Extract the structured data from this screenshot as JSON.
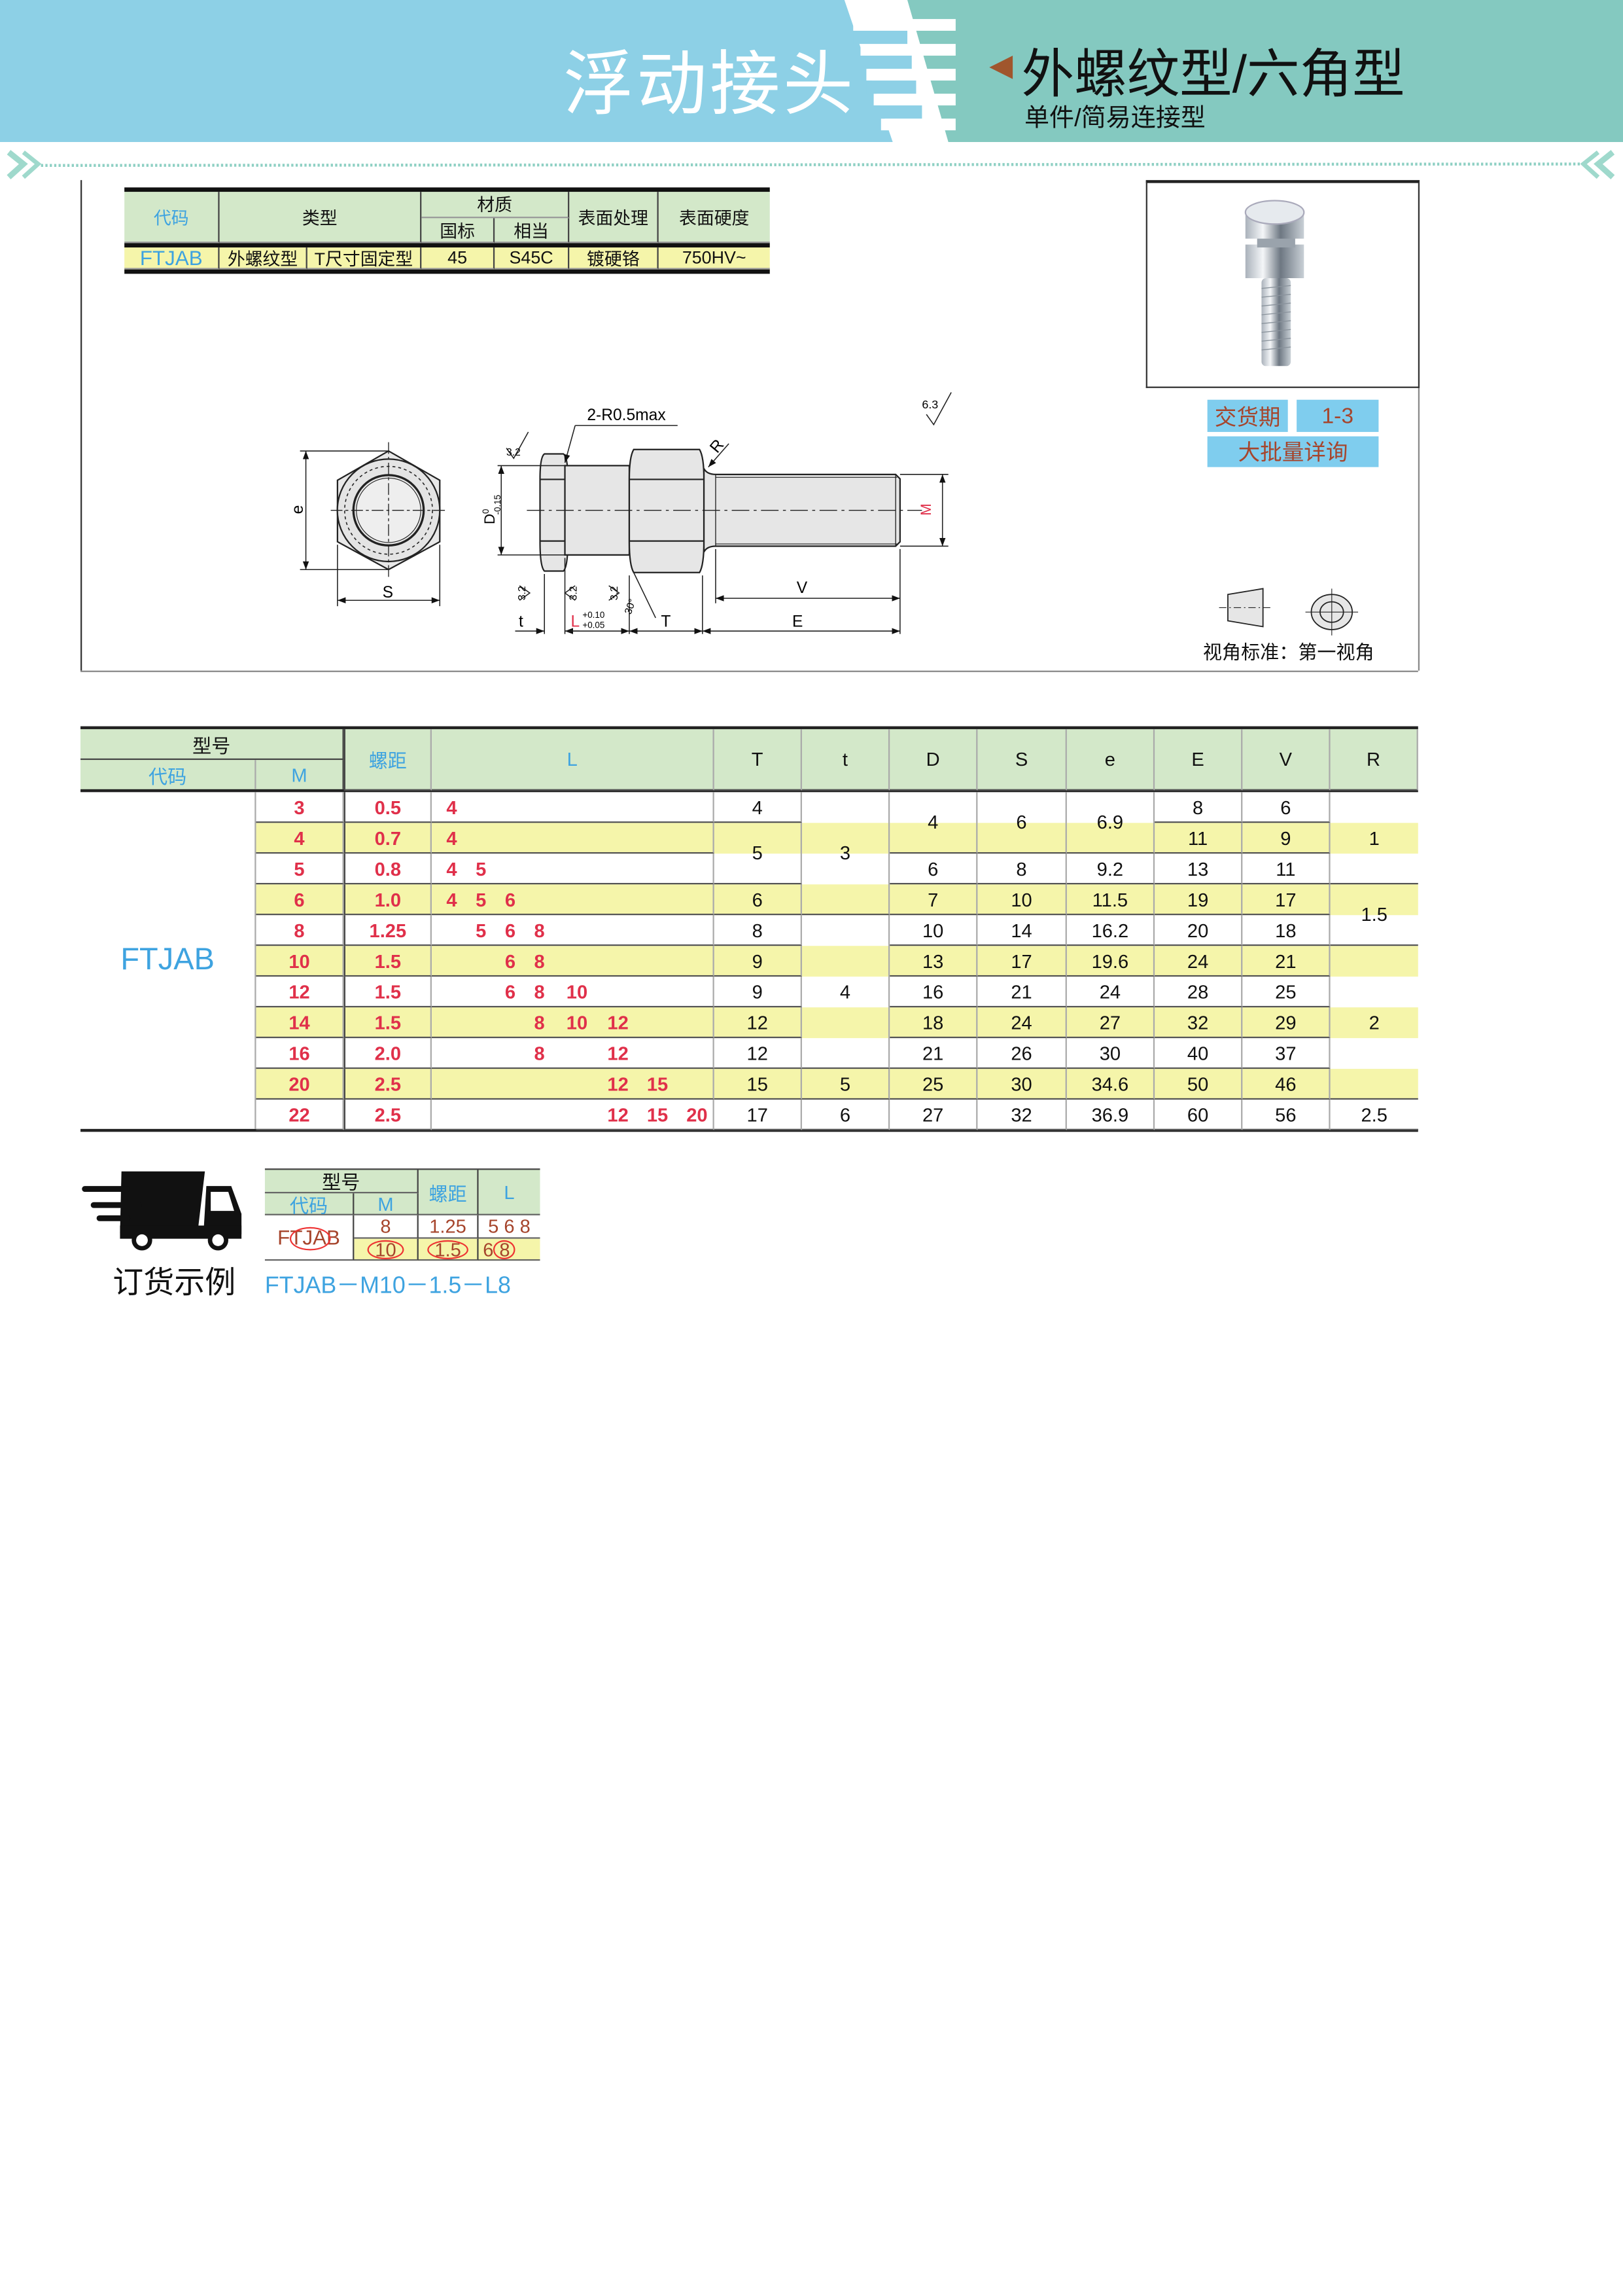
{
  "header": {
    "category": "浮动接头",
    "title": "外螺纹型/六角型",
    "subtitle": "单件/简易连接型"
  },
  "spec_table": {
    "headers": {
      "code": "代码",
      "type": "类型",
      "material": "材质",
      "std": "国标",
      "equiv": "相当",
      "surface": "表面处理",
      "hardness": "表面硬度"
    },
    "row": {
      "code": "FTJAB",
      "type1": "外螺纹型",
      "type2": "T尺寸固定型",
      "std": "45",
      "equiv": "S45C",
      "surface": "镀硬铬",
      "hardness": "750HV~"
    }
  },
  "drawing": {
    "fillet_note": "2-R0.5max",
    "roughness_main": "6.3",
    "roughness": "3.2",
    "angle": "30°",
    "labels": {
      "e": "e",
      "S": "S",
      "D": "D",
      "D_tol_upper": "0",
      "D_tol_lower": "-0.15",
      "M": "M",
      "R": "R",
      "V": "V",
      "E": "E",
      "T": "T",
      "t": "t",
      "L": "L",
      "L_tol_upper": "+0.10",
      "L_tol_lower": "+0.05"
    }
  },
  "delivery": {
    "label": "交货期",
    "value": "1-3",
    "bulk": "大批量详询"
  },
  "view_standard": "视角标准：第一视角",
  "main_table": {
    "headers": {
      "model": "型号",
      "code": "代码",
      "m": "M",
      "pitch": "螺距",
      "L": "L",
      "T": "T",
      "t": "t",
      "D": "D",
      "S": "S",
      "e": "e",
      "E": "E",
      "V": "V",
      "R": "R"
    },
    "code": "FTJAB",
    "rows": [
      {
        "m": "3",
        "pitch": "0.5",
        "L": [
          "4"
        ]
      },
      {
        "m": "4",
        "pitch": "0.7",
        "L": [
          "4"
        ]
      },
      {
        "m": "5",
        "pitch": "0.8",
        "L": [
          "4",
          "5"
        ]
      },
      {
        "m": "6",
        "pitch": "1.0",
        "L": [
          "4",
          "5",
          "6"
        ]
      },
      {
        "m": "8",
        "pitch": "1.25",
        "L": [
          "5",
          "6",
          "8"
        ]
      },
      {
        "m": "10",
        "pitch": "1.5",
        "L": [
          "6",
          "8"
        ]
      },
      {
        "m": "12",
        "pitch": "1.5",
        "L": [
          "6",
          "8",
          "10"
        ]
      },
      {
        "m": "14",
        "pitch": "1.5",
        "L": [
          "8",
          "10",
          "12"
        ]
      },
      {
        "m": "16",
        "pitch": "2.0",
        "L": [
          "8",
          "12"
        ]
      },
      {
        "m": "20",
        "pitch": "2.5",
        "L": [
          "12",
          "15"
        ]
      },
      {
        "m": "22",
        "pitch": "2.5",
        "L": [
          "12",
          "15",
          "20"
        ]
      }
    ],
    "merged_columns": {
      "T": [
        {
          "v": "4",
          "span": 1
        },
        {
          "v": "5",
          "span": 2
        },
        {
          "v": "6",
          "span": 1
        },
        {
          "v": "8",
          "span": 1
        },
        {
          "v": "9",
          "span": 1
        },
        {
          "v": "9",
          "span": 1
        },
        {
          "v": "12",
          "span": 1
        },
        {
          "v": "12",
          "span": 1
        },
        {
          "v": "15",
          "span": 1
        },
        {
          "v": "17",
          "span": 1
        }
      ],
      "t": [
        {
          "v": "3",
          "span": 4
        },
        {
          "v": "4",
          "span": 5
        },
        {
          "v": "5",
          "span": 1
        },
        {
          "v": "6",
          "span": 1
        }
      ],
      "D": [
        {
          "v": "4",
          "span": 2
        },
        {
          "v": "6",
          "span": 1
        },
        {
          "v": "7",
          "span": 1
        },
        {
          "v": "10",
          "span": 1
        },
        {
          "v": "13",
          "span": 1
        },
        {
          "v": "16",
          "span": 1
        },
        {
          "v": "18",
          "span": 1
        },
        {
          "v": "21",
          "span": 1
        },
        {
          "v": "25",
          "span": 1
        },
        {
          "v": "27",
          "span": 1
        }
      ],
      "S": [
        {
          "v": "6",
          "span": 2
        },
        {
          "v": "8",
          "span": 1
        },
        {
          "v": "10",
          "span": 1
        },
        {
          "v": "14",
          "span": 1
        },
        {
          "v": "17",
          "span": 1
        },
        {
          "v": "21",
          "span": 1
        },
        {
          "v": "24",
          "span": 1
        },
        {
          "v": "26",
          "span": 1
        },
        {
          "v": "30",
          "span": 1
        },
        {
          "v": "32",
          "span": 1
        }
      ],
      "e": [
        {
          "v": "6.9",
          "span": 2
        },
        {
          "v": "9.2",
          "span": 1
        },
        {
          "v": "11.5",
          "span": 1
        },
        {
          "v": "16.2",
          "span": 1
        },
        {
          "v": "19.6",
          "span": 1
        },
        {
          "v": "24",
          "span": 1
        },
        {
          "v": "27",
          "span": 1
        },
        {
          "v": "30",
          "span": 1
        },
        {
          "v": "34.6",
          "span": 1
        },
        {
          "v": "36.9",
          "span": 1
        }
      ],
      "E": [
        {
          "v": "8",
          "span": 1
        },
        {
          "v": "11",
          "span": 1
        },
        {
          "v": "13",
          "span": 1
        },
        {
          "v": "19",
          "span": 1
        },
        {
          "v": "20",
          "span": 1
        },
        {
          "v": "24",
          "span": 1
        },
        {
          "v": "28",
          "span": 1
        },
        {
          "v": "32",
          "span": 1
        },
        {
          "v": "40",
          "span": 1
        },
        {
          "v": "50",
          "span": 1
        },
        {
          "v": "60",
          "span": 1
        }
      ],
      "V": [
        {
          "v": "6",
          "span": 1
        },
        {
          "v": "9",
          "span": 1
        },
        {
          "v": "11",
          "span": 1
        },
        {
          "v": "17",
          "span": 1
        },
        {
          "v": "18",
          "span": 1
        },
        {
          "v": "21",
          "span": 1
        },
        {
          "v": "25",
          "span": 1
        },
        {
          "v": "29",
          "span": 1
        },
        {
          "v": "37",
          "span": 1
        },
        {
          "v": "46",
          "span": 1
        },
        {
          "v": "56",
          "span": 1
        }
      ],
      "R": [
        {
          "v": "1",
          "span": 3
        },
        {
          "v": "1.5",
          "span": 2
        },
        {
          "v": "2",
          "span": 5
        },
        {
          "v": "2.5",
          "span": 1
        }
      ]
    }
  },
  "order_example": {
    "title": "订货示例",
    "headers": {
      "model": "型号",
      "code": "代码",
      "m": "M",
      "pitch": "螺距",
      "L": "L"
    },
    "code": "FTJAB",
    "row1": {
      "m": "8",
      "pitch": "1.25",
      "L": "5 6 8"
    },
    "row2": {
      "m": "10",
      "pitch": "1.5",
      "L_plain": "6",
      "L_selected": "8"
    },
    "result": "FTJAB－M10－1.5－L8"
  },
  "colors": {
    "header_blue": "#8dd0e6",
    "header_teal": "#84c9c0",
    "table_header": "#d3e8c9",
    "table_stripe": "#f5f5aa",
    "accent_red": "#e0304a",
    "accent_blue": "#3ea3e0"
  }
}
